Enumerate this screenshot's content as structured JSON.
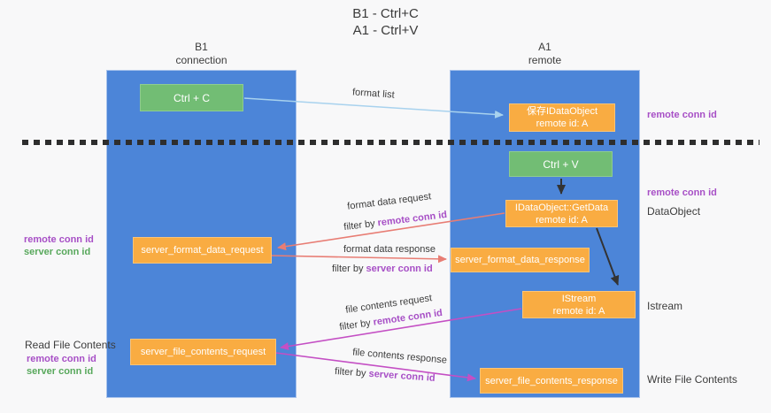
{
  "title": {
    "line1": "B1 - Ctrl+C",
    "line2": "A1 - Ctrl+V"
  },
  "columns": {
    "left": {
      "name": "B1",
      "role": "connection"
    },
    "right": {
      "name": "A1",
      "role": "remote"
    }
  },
  "nodes": {
    "ctrl_c": "Ctrl + C",
    "ctrl_v": "Ctrl + V",
    "save_idataobject": {
      "line1": "保存IDataObject",
      "line2": "remote id: A"
    },
    "getdata": {
      "line1": "IDataObject::GetData",
      "line2": "remote id: A"
    },
    "istream": {
      "line1": "IStream",
      "line2": "remote id: A"
    },
    "server_format_data_request": "server_format_data_request",
    "server_format_data_response": "server_format_data_response",
    "server_file_contents_request": "server_file_contents_request",
    "server_file_contents_response": "server_file_contents_response"
  },
  "arrow_labels": {
    "format_list": "format list",
    "format_data_request": "format data request",
    "format_data_response": "format data response",
    "file_contents_request": "file contents request",
    "file_contents_response": "file contents response",
    "filter_by": "filter by "
  },
  "annotations": {
    "remote_conn_id": "remote conn id",
    "server_conn_id": "server conn id",
    "dataobject": "DataObject",
    "istream": "Istream",
    "read_file_contents": "Read File Contents",
    "write_file_contents": "Write File Contents"
  },
  "colors": {
    "column_blue": "#4c85d8",
    "box_green": "#72bd74",
    "box_orange": "#f9ac42",
    "arrow_salmon": "#e87d74",
    "arrow_magenta": "#c44fc4",
    "arrow_lightblue": "#a8d2ee",
    "arrow_black": "#333333",
    "label_purple": "#a74fc6",
    "label_green": "#58a85c"
  }
}
